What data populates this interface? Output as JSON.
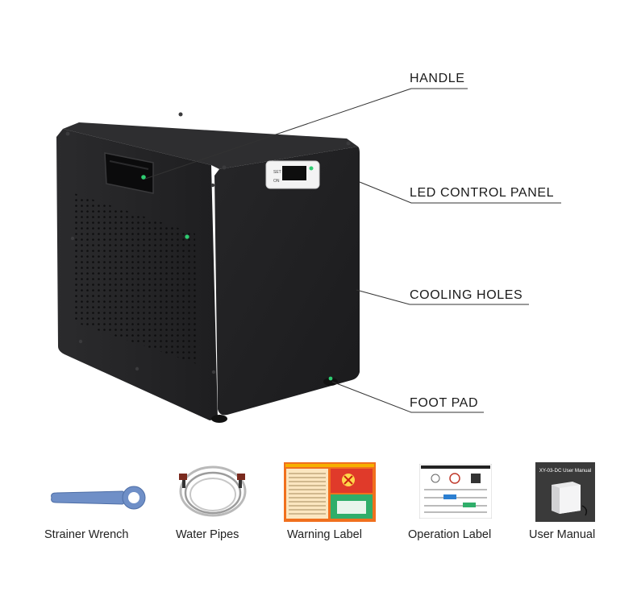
{
  "callouts": {
    "handle": "HANDLE",
    "led_panel": "LED CONTROL PANEL",
    "cooling_holes": "COOLING HOLES",
    "foot_pad": "FOOT PAD"
  },
  "accessories": [
    {
      "label": "Strainer Wrench"
    },
    {
      "label": "Water Pipes"
    },
    {
      "label": "Warning Label"
    },
    {
      "label": "Operation Label"
    },
    {
      "label": "User Manual"
    }
  ],
  "manual_cover_title": "XY-03-DC User Manual",
  "colors": {
    "cabinet": "#1d1d1f",
    "cabinet_side": "#262628",
    "led_accent": "#2ecc71",
    "wrench": "#6f8fc7",
    "warning_orange": "#f0701e",
    "warning_green": "#2fae6a"
  }
}
